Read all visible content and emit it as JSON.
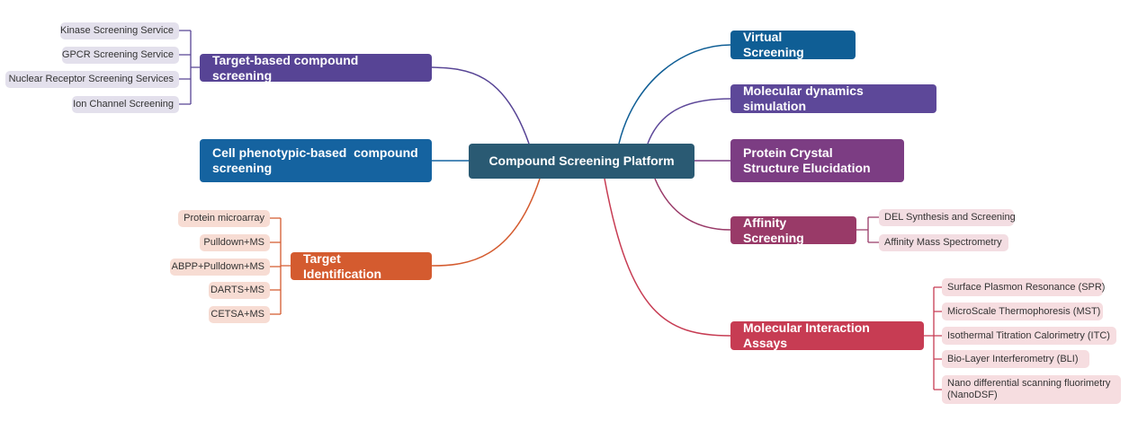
{
  "colors": {
    "center": "#2a5a73",
    "target_based": "#574495",
    "cell_phenotypic": "#1563a0",
    "target_identification": "#d45b2f",
    "virtual_screening": "#0f5e95",
    "molecular_dynamics": "#5d4899",
    "protein_crystal": "#7c3d83",
    "affinity_screening": "#993a68",
    "molecular_interaction": "#c73c53"
  },
  "center": {
    "label": "Compound Screening Platform"
  },
  "left_branches": {
    "target_based": {
      "label": "Target-based compound screening",
      "children": [
        "Kinase Screening Service",
        "GPCR Screening Service",
        "Nuclear Receptor Screening Services",
        "Ion Channel Screening"
      ]
    },
    "cell_phenotypic": {
      "label": "Cell phenotypic-based  compound screening"
    },
    "target_identification": {
      "label": "Target Identification",
      "children": [
        "Protein microarray",
        "Pulldown+MS",
        "ABPP+Pulldown+MS",
        "DARTS+MS",
        "CETSA+MS"
      ]
    }
  },
  "right_branches": {
    "virtual_screening": {
      "label": "Virtual Screening"
    },
    "molecular_dynamics": {
      "label": "Molecular dynamics simulation"
    },
    "protein_crystal": {
      "label": "Protein Crystal Structure Elucidation"
    },
    "affinity_screening": {
      "label": "Affinity Screening",
      "children": [
        "DEL Synthesis and Screening",
        "Affinity Mass Spectrometry"
      ]
    },
    "molecular_interaction": {
      "label": "Molecular Interaction Assays",
      "children": [
        "Surface Plasmon Resonance (SPR)",
        "MicroScale Thermophoresis (MST)",
        "Isothermal Titration Calorimetry (ITC)",
        "Bio-Layer Interferometry (BLI)",
        "Nano differential scanning fluorimetry (NanoDSF)"
      ]
    }
  }
}
